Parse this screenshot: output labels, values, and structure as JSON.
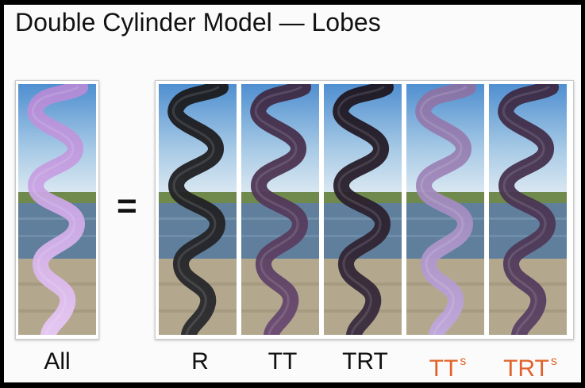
{
  "slide": {
    "title": "Double Cylinder Model — Lobes",
    "equals": "=",
    "accent_color": "#e0622a"
  },
  "panels": [
    {
      "label": "All",
      "sup": "",
      "accent": false,
      "hair_color": "#b48ad6",
      "hair_tip": "#e8c8f6"
    },
    {
      "label": "R",
      "sup": "",
      "accent": false,
      "hair_color": "#1a1a1c",
      "hair_tip": "#2a2a2e"
    },
    {
      "label": "TT",
      "sup": "",
      "accent": false,
      "hair_color": "#3e2a44",
      "hair_tip": "#6a4a72"
    },
    {
      "label": "TRT",
      "sup": "",
      "accent": false,
      "hair_color": "#1e1620",
      "hair_tip": "#3a2c3e"
    },
    {
      "label": "TT",
      "sup": "s",
      "accent": true,
      "hair_color": "#8a72a4",
      "hair_tip": "#c0a8de"
    },
    {
      "label": "TRT",
      "sup": "s",
      "accent": true,
      "hair_color": "#3c2a44",
      "hair_tip": "#5a4264"
    }
  ]
}
